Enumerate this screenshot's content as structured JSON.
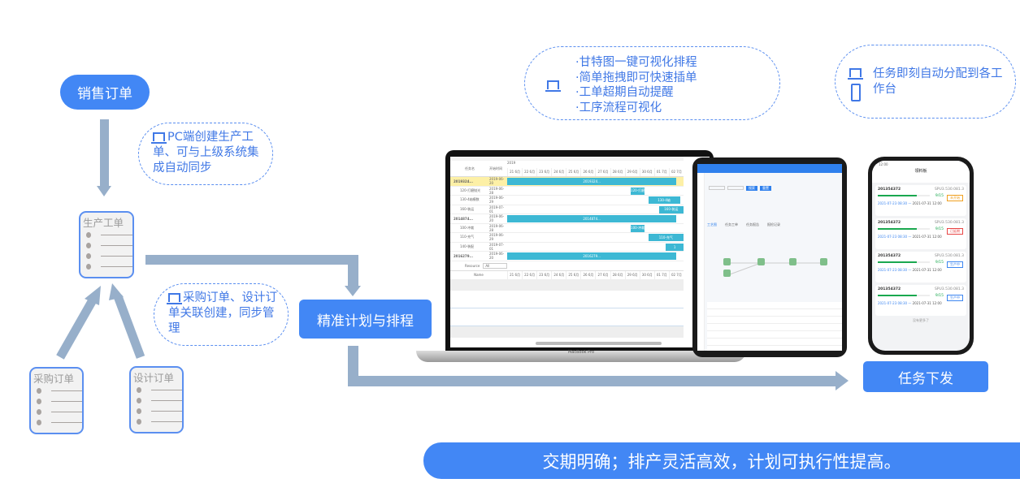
{
  "flow": {
    "sales_order": "销售订单",
    "production_order": "生产工单",
    "purchase_order": "采购订单",
    "design_order": "设计订单",
    "planning": "精准计划与排程",
    "dispatch": "任务下发"
  },
  "callouts": {
    "pc_create": "PC端创建生产工单、可与上级系统集成自动同步",
    "linked": "采购订单、设计订单关联创建，同步管理",
    "features": [
      "·甘特图一键可视化排程",
      "·简单拖拽即可快速插单",
      "·工单超期自动提醒",
      "·工序流程可视化"
    ],
    "assign": "任务即刻自动分配到各工作台"
  },
  "banner": "交期明确；排产灵活高效，计划可执行性提高。",
  "laptop": {
    "brand": "MacBook Pro",
    "col_task": "任务名",
    "col_start": "开始时间",
    "year": "2019",
    "days": [
      "21 6月",
      "22 6月",
      "23 6月",
      "24 6月",
      "25 6月",
      "26 6月",
      "27 6月",
      "28 6月",
      "29 6月",
      "30 6月",
      "01 7月",
      "02 7月"
    ],
    "rows": [
      {
        "name": "2019324...",
        "date": "2019-06-20",
        "bar": "2019324...",
        "group": true
      },
      {
        "name": "120-打磨抛光",
        "date": "2019-06-28",
        "bar": "120-打磨"
      },
      {
        "name": "130-4轴模数",
        "date": "2019-06-29",
        "bar": "130-4轴"
      },
      {
        "name": "160-装运",
        "date": "2019-07-01",
        "bar": "160-装运"
      },
      {
        "name": "2014874...",
        "date": "2019-06-20",
        "bar": "2014874...",
        "group": true
      },
      {
        "name": "100-冲裁",
        "date": "2019-06-28",
        "bar": "100-冲裁"
      },
      {
        "name": "110-充气",
        "date": "2019-06-29",
        "bar": "110-充气"
      },
      {
        "name": "140-装配",
        "date": "2019-07-01",
        "bar": "1"
      },
      {
        "name": "2016279...",
        "date": "2019-06-20",
        "bar": "2016279...",
        "group": true
      }
    ],
    "resource_label": "Resource",
    "resource_value": "All",
    "name_label": "Name"
  },
  "tablet": {
    "search_btn": "搜索",
    "reset_btn": "重置",
    "tabs": [
      "工艺图",
      "任务工单",
      "任务报告",
      "报检记录"
    ]
  },
  "phone": {
    "time": "12:00",
    "title": "领料板",
    "footer": "没有更多了",
    "cards": [
      {
        "id": "201354372",
        "sku": "SPU3.530.081.3",
        "count": "9/15",
        "badge": "未开始",
        "color": "#f0a020",
        "start": "2021-07-23 08:30",
        "end": "2021-07-31 12:00"
      },
      {
        "id": "201354372",
        "sku": "SPU3.530.081.3",
        "count": "9/15",
        "badge": "已延期",
        "color": "#e84545",
        "start": "2021-07-23 08:30",
        "end": "2021-07-31 12:00"
      },
      {
        "id": "201354372",
        "sku": "SPU3.530.081.3",
        "count": "9/15",
        "badge": "生产中",
        "color": "#3d86f0",
        "start": "2021-07-23 08:30",
        "end": "2021-07-31 12:00"
      },
      {
        "id": "201354372",
        "sku": "SPU3.530.081.3",
        "count": "9/15",
        "badge": "生产中",
        "color": "#3d86f0",
        "start": "2021-07-23 08:30",
        "end": "2021-07-31 12:00"
      }
    ]
  }
}
